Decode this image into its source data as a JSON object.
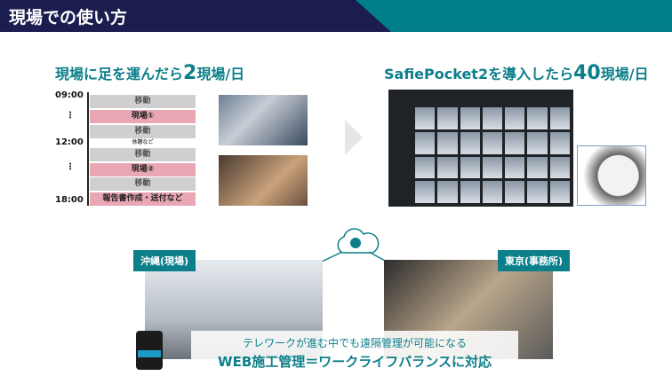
{
  "header": {
    "title": "現場での使い方"
  },
  "left": {
    "heading_pre": "現場に足を運んだら",
    "heading_num": "2",
    "heading_post": "現場/日",
    "times": [
      "09:00",
      "⋮",
      "12:00",
      "⋮",
      "18:00"
    ],
    "blocks": [
      "移動",
      "現場①",
      "移動",
      "休憩など",
      "移動",
      "現場②",
      "移動",
      "報告書作成・送付など"
    ]
  },
  "right": {
    "heading_pre": "SafiePocket2を導入したら",
    "heading_num": "40",
    "heading_post": "現場/日"
  },
  "bottom": {
    "label_left": "沖縄(現場)",
    "label_right": "東京(事務所)",
    "subtitle": "テレワークが進む中でも遠隔管理が可能になる",
    "title": "WEB施工管理＝ワークライフバランスに対応"
  }
}
